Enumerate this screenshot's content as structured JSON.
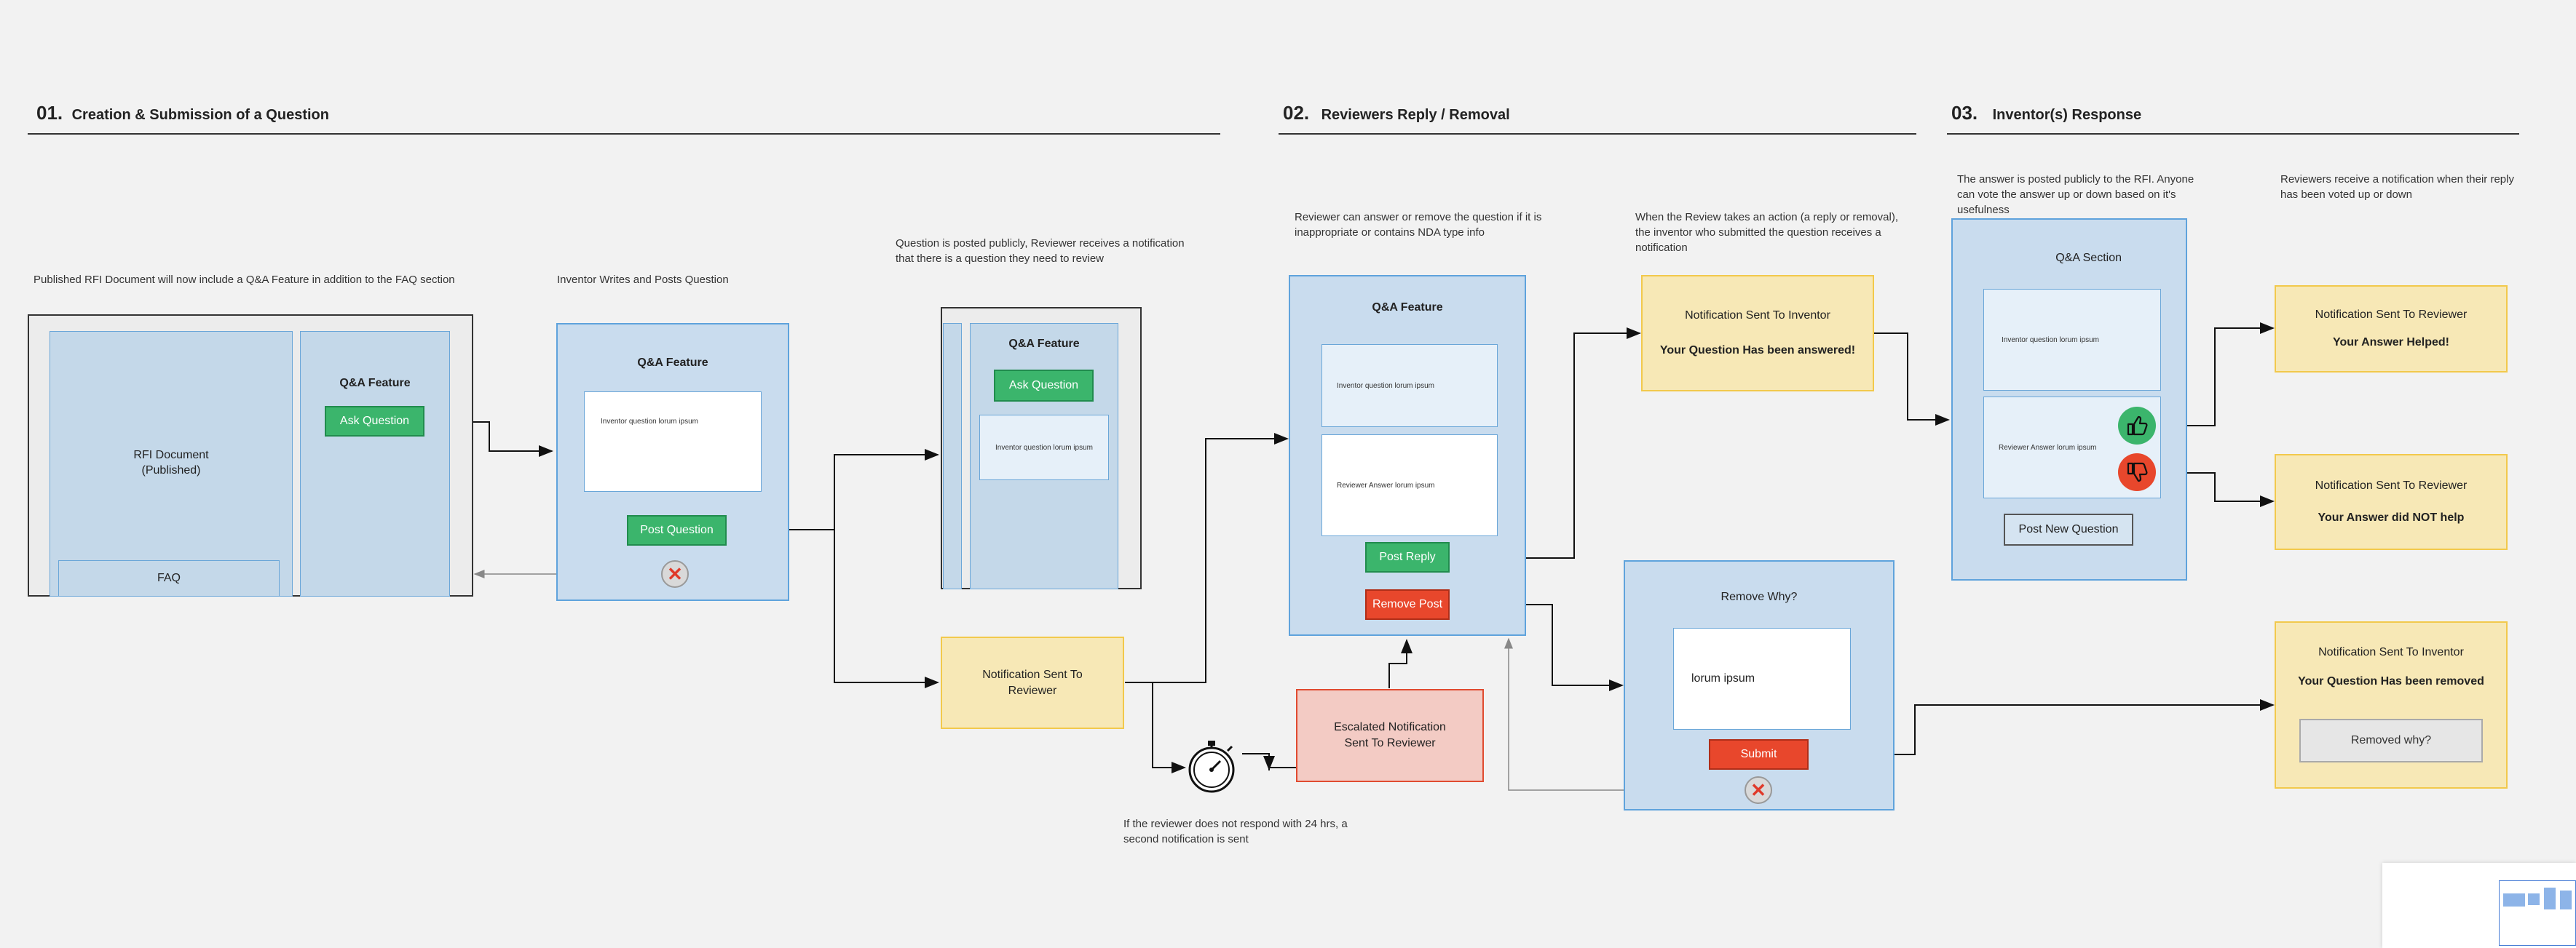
{
  "sections": [
    {
      "number": "01.",
      "title": "Creation & Submission of a Question"
    },
    {
      "number": "02.",
      "title": "Reviewers Reply / Removal"
    },
    {
      "number": "03.",
      "title": "Inventor(s) Response"
    }
  ],
  "notes": {
    "published_rfi": "Published RFI Document will now include  a Q&A Feature in addition to the FAQ section",
    "inventor_writes": "Inventor Writes and Posts Question",
    "posted_publicly": "Question is posted publicly, Reviewer receives a notification that there is a question they need to review",
    "reviewer_can": "Reviewer can answer or remove the question if it is inappropriate or contains NDA type info",
    "when_review": "When the Review takes an action (a reply or removal), the inventor who submitted the question receives a notification",
    "answer_posted": "The answer is posted publicly to the RFI. Anyone can vote the answer up or down based on it's usefulness",
    "reviewers_receive": "Reviewers receive a notification when their reply has been voted up or down",
    "no_response": "If the reviewer does not respond with 24 hrs, a second notification is sent"
  },
  "rfi": {
    "doc_label": "RFI Document (Published)",
    "faq_label": "FAQ",
    "qa_title": "Q&A Feature",
    "ask_button": "Ask Question"
  },
  "inventor_form": {
    "title": "Q&A Feature",
    "question_text": "Inventor question lorum ipsum",
    "post_button": "Post Question"
  },
  "public_view": {
    "title": "Q&A Feature",
    "ask_button": "Ask Question",
    "question_text": "Inventor question lorum ipsum"
  },
  "notify_reviewer": {
    "label": "Notification Sent To Reviewer"
  },
  "escalated": {
    "label": "Escalated Notification Sent To Reviewer"
  },
  "reviewer_panel": {
    "title": "Q&A Feature",
    "question_text": "Inventor question lorum ipsum",
    "answer_text": "Reviewer Answer lorum ipsum",
    "reply_button": "Post Reply",
    "remove_button": "Remove Post"
  },
  "notify_inventor_answered": {
    "heading": "Notification Sent To Inventor",
    "message": "Your Question Has been answered!"
  },
  "remove_why": {
    "title": "Remove Why?",
    "text": "lorum ipsum",
    "submit_button": "Submit"
  },
  "qa_section": {
    "title": "Q&A Section",
    "question_text": "Inventor question lorum ipsum",
    "answer_text": "Reviewer Answer lorum ipsum",
    "new_question_button": "Post New Question"
  },
  "notify_helped": {
    "heading": "Notification Sent To Reviewer",
    "message": "Your Answer Helped!"
  },
  "notify_not_help": {
    "heading": "Notification Sent To Reviewer",
    "message": "Your Answer did NOT help"
  },
  "notify_removed": {
    "heading": "Notification Sent To Inventor",
    "message": "Your Question Has been removed",
    "button": "Removed why?"
  },
  "colors": {
    "blue_panel": "#c9dcee",
    "green_button": "#3bb56c",
    "red_button": "#e8472c",
    "notification_yellow": "#f7e8b6",
    "escalated_pink": "#f3cbc4"
  }
}
